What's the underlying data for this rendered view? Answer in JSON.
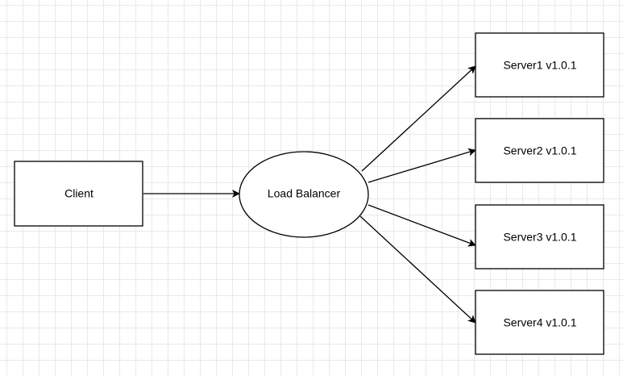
{
  "diagram": {
    "nodes": {
      "client": {
        "label": "Client",
        "shape": "rectangle"
      },
      "load_balancer": {
        "label": "Load Balancer",
        "shape": "ellipse"
      },
      "server1": {
        "label": "Server1 v1.0.1",
        "shape": "rectangle"
      },
      "server2": {
        "label": "Server2 v1.0.1",
        "shape": "rectangle"
      },
      "server3": {
        "label": "Server3 v1.0.1",
        "shape": "rectangle"
      },
      "server4": {
        "label": "Server4 v1.0.1",
        "shape": "rectangle"
      }
    },
    "edges": [
      {
        "from": "client",
        "to": "load_balancer"
      },
      {
        "from": "load_balancer",
        "to": "server1"
      },
      {
        "from": "load_balancer",
        "to": "server2"
      },
      {
        "from": "load_balancer",
        "to": "server3"
      },
      {
        "from": "load_balancer",
        "to": "server4"
      }
    ],
    "colors": {
      "stroke": "#000000",
      "fill": "#ffffff",
      "grid": "#e9e9e9"
    }
  }
}
